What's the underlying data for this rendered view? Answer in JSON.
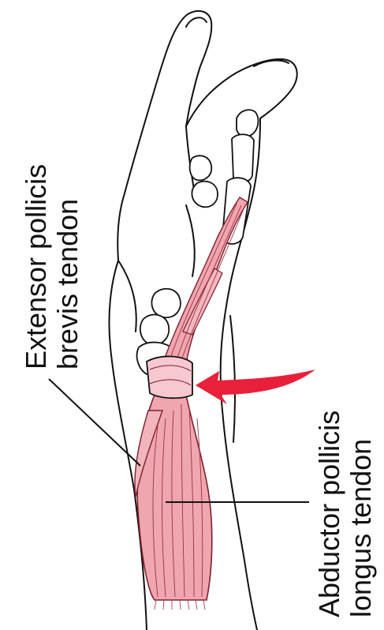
{
  "labels": {
    "extensor": {
      "line1": "Extensor pollicis",
      "line2": "brevis tendon"
    },
    "abductor": {
      "line1": "Abductor pollicis",
      "line2": "longus tendon"
    }
  },
  "colors": {
    "muscle_fill": "#f0a6ae",
    "muscle_stroke": "#7a2030",
    "sheath_fill": "#f8c8d0",
    "arrow": "#e8203c",
    "outline": "#111111"
  }
}
